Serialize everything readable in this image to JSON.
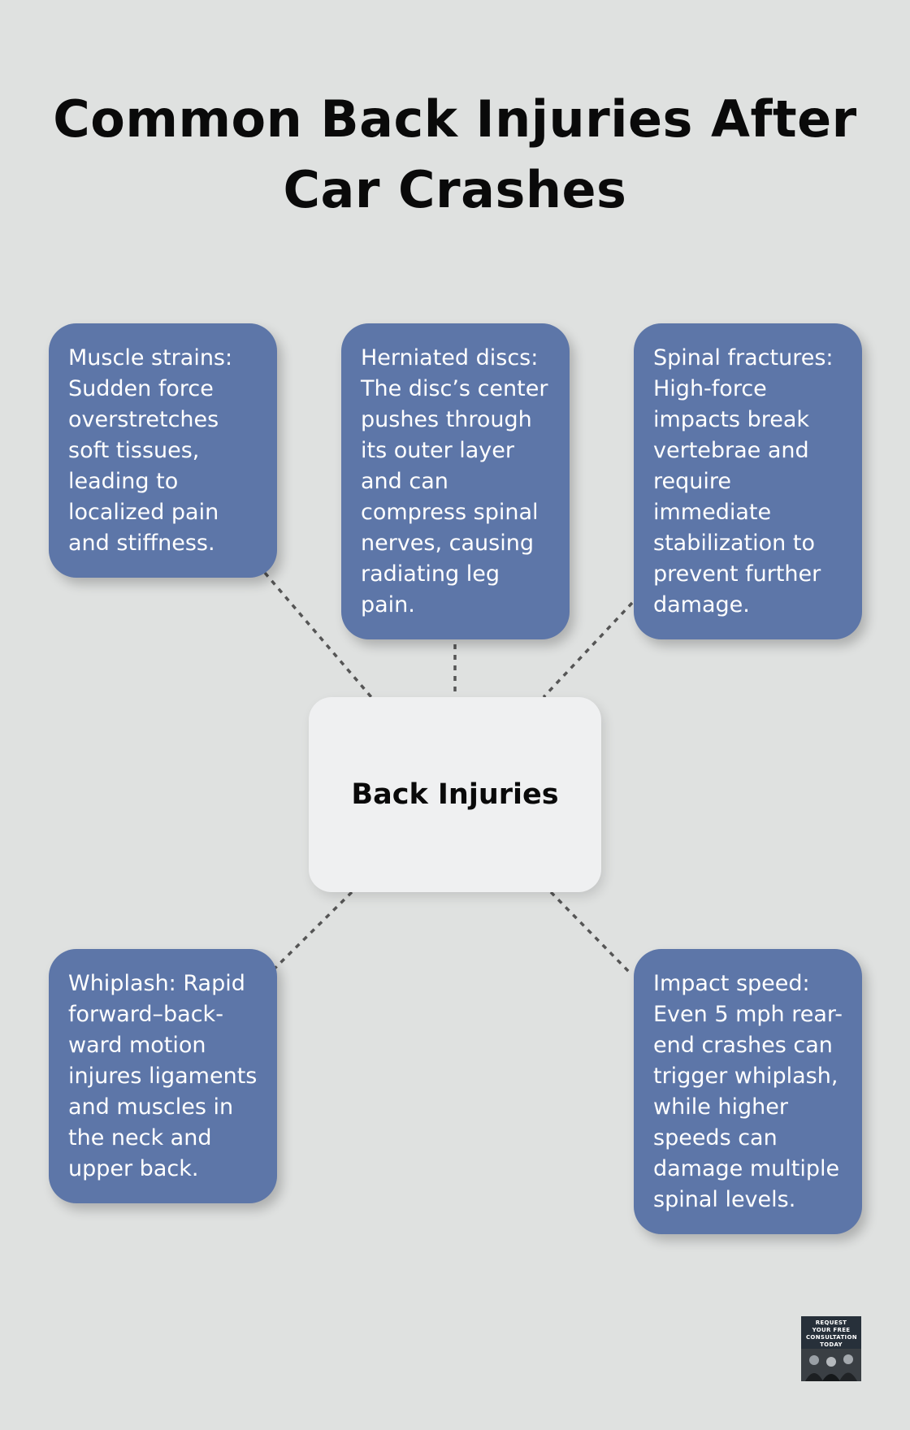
{
  "title": "Common Back Injuries After Car Crashes",
  "center": {
    "label": "Back Injuries"
  },
  "nodes": [
    {
      "id": "muscle-strains",
      "text": "Muscle strains: Sudden force overstretches soft tissues, leading to localized pain and stiffness."
    },
    {
      "id": "herniated-discs",
      "text": "Herniated discs: The disc’s center pushes through its outer layer and can compress spinal nerves, causing radiating leg pain."
    },
    {
      "id": "spinal-fractures",
      "text": "Spinal fractures: High-force impacts break vertebrae and require immediate stabilization to prevent further damage."
    },
    {
      "id": "whiplash",
      "text": "Whiplash: Rapid forward–back­ward motion injures ligaments and muscles in the neck and upper back."
    },
    {
      "id": "impact-speed",
      "text": "Impact speed: Even 5 mph rear-end crashes can trigger whiplash, while higher speeds can damage multiple spinal levels."
    }
  ],
  "badge": {
    "text": "REQUEST YOUR FREE CONSULTATION TODAY"
  },
  "colors": {
    "background": "#dfe1e0",
    "node_fill": "#5d76a8",
    "center_fill": "#eff0f1",
    "connector": "#555555",
    "text_dark": "#0a0a0a",
    "text_light": "#ffffff"
  }
}
